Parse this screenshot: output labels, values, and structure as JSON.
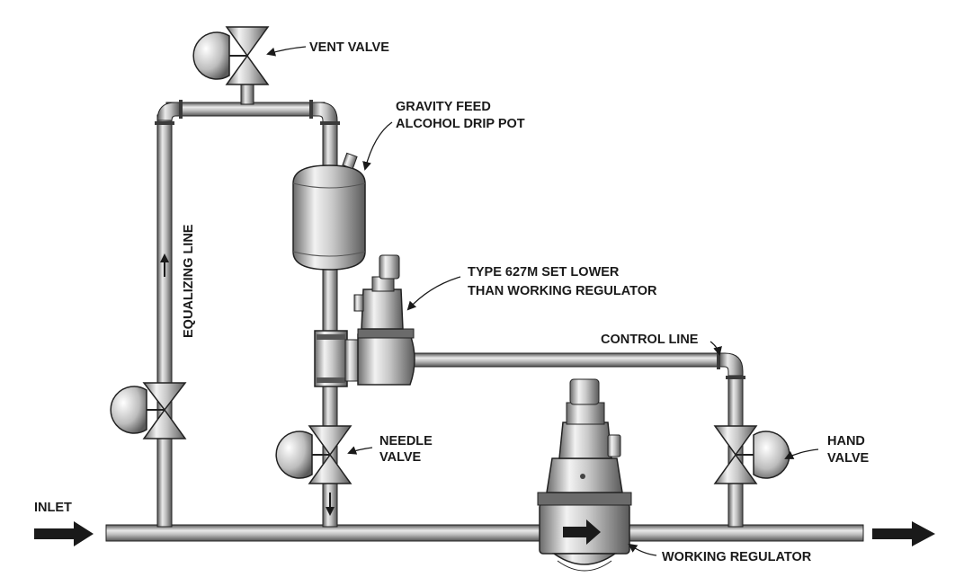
{
  "labels": {
    "vent_valve": "VENT VALVE",
    "gravity_feed_1": "GRAVITY FEED",
    "gravity_feed_2": "ALCOHOL DRIP POT",
    "type627m_1": "TYPE 627M SET LOWER",
    "type627m_2": "THAN WORKING REGULATOR",
    "control_line": "CONTROL LINE",
    "equalizing_line": "EQUALIZING LINE",
    "needle_valve_1": "NEEDLE",
    "needle_valve_2": "VALVE",
    "hand_valve_1": "HAND",
    "hand_valve_2": "VALVE",
    "inlet": "INLET",
    "working_regulator": "WORKING REGULATOR"
  },
  "colors": {
    "pipe_dark": "#4a4a4a",
    "pipe_light": "#e6e6e6",
    "outline": "#222222",
    "arrow": "#1a1a1a"
  }
}
